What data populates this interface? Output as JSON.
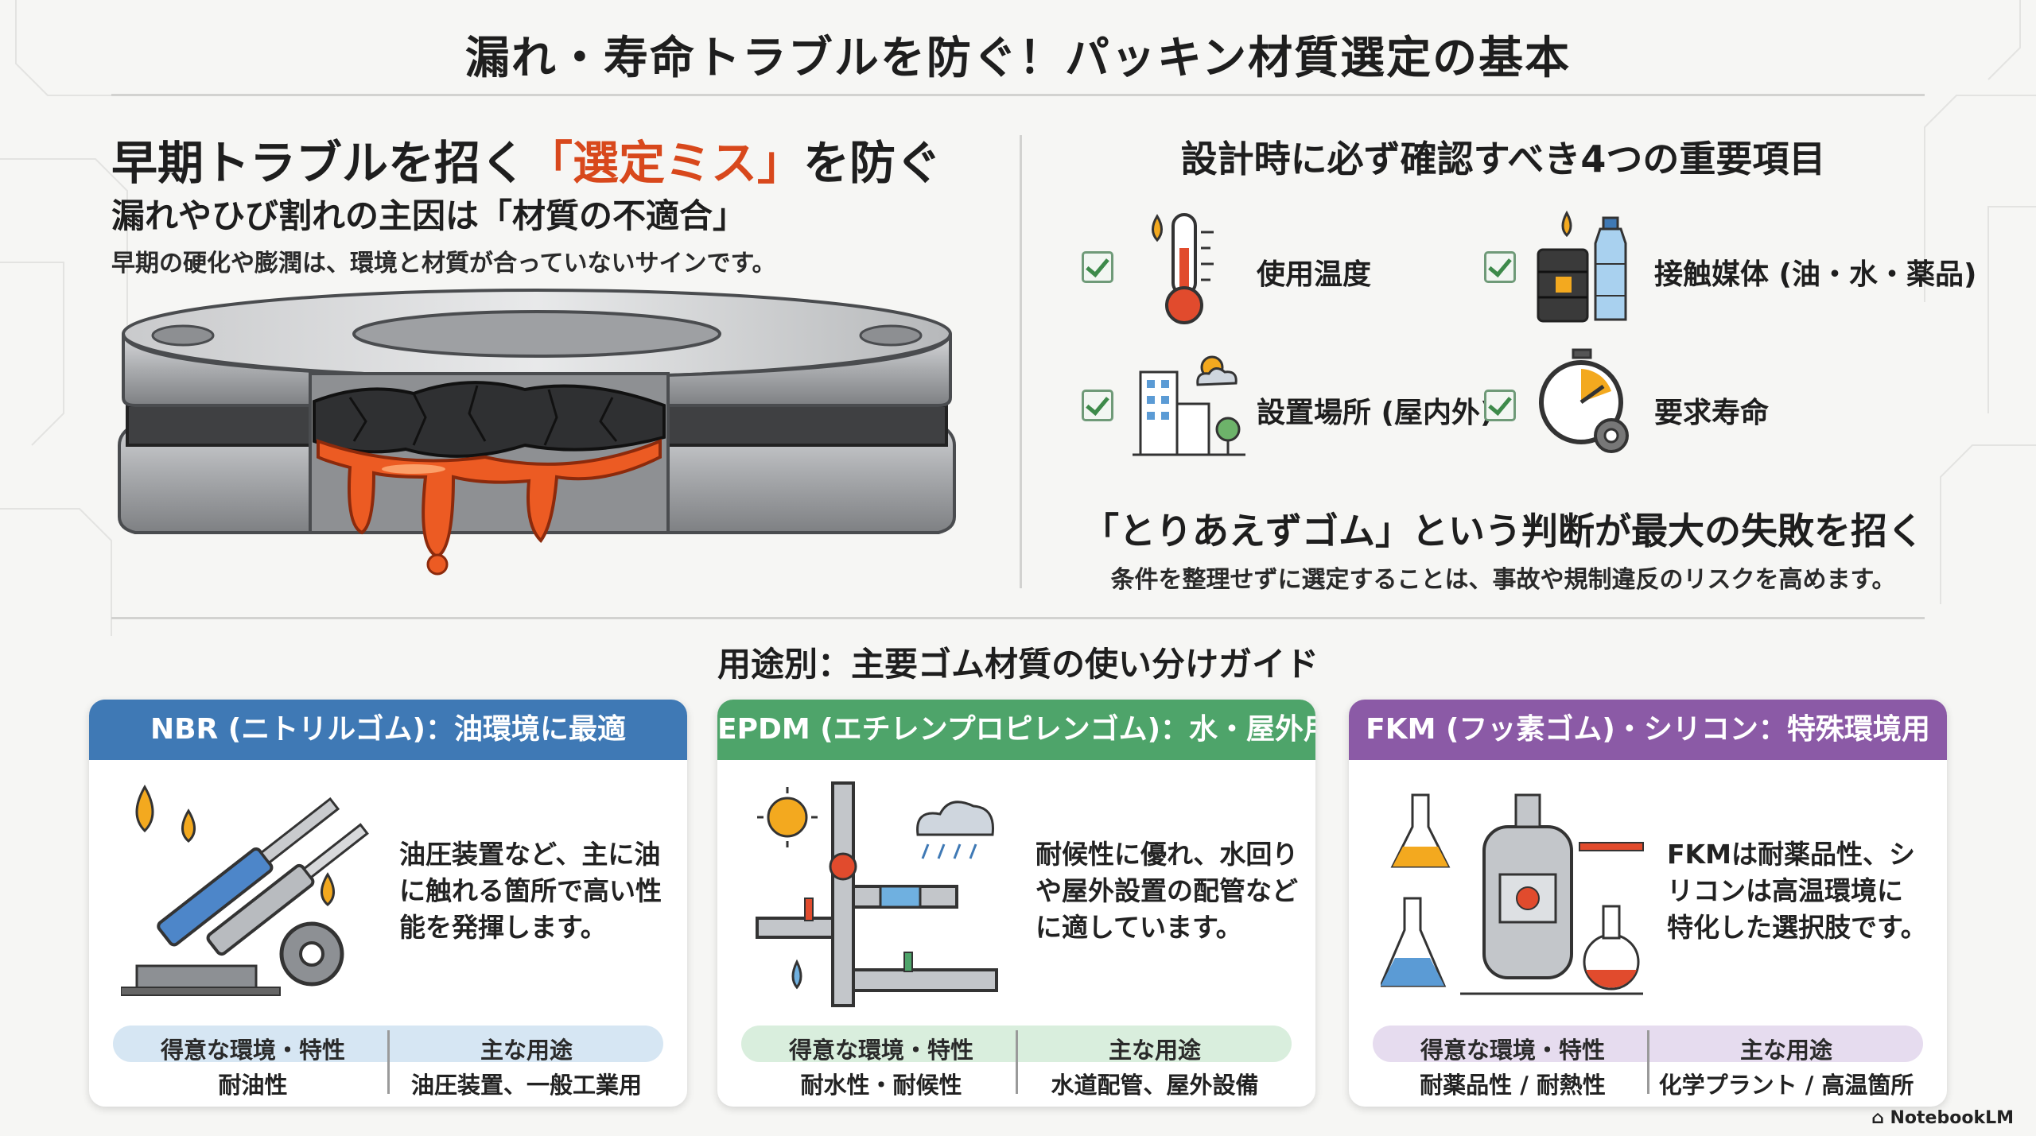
{
  "title": "漏れ・寿命トラブルを防ぐ！パッキン材質選定の基本",
  "left": {
    "heading_pre": "早期トラブルを招く",
    "heading_highlight": "「選定ミス」",
    "heading_post": "を防ぐ",
    "subheading": "漏れやひび割れの主因は「材質の不適合」",
    "note": "早期の硬化や膨潤は、環境と材質が合っていないサインです。"
  },
  "right": {
    "heading": "設計時に必ず確認すべき4つの重要項目",
    "items": [
      {
        "label": "使用温度",
        "icon": "thermometer-icon"
      },
      {
        "label": "接触媒体 (油・水・薬品)",
        "icon": "barrel-bottle-icon"
      },
      {
        "label": "設置場所 (屋内外)",
        "icon": "building-weather-icon"
      },
      {
        "label": "要求寿命",
        "icon": "stopwatch-gear-icon"
      }
    ],
    "warning": "「とりあえずゴム」という判断が最大の失敗を招く",
    "warning_sub": "条件を整理せずに選定することは、事故や規制違反のリスクを高めます。"
  },
  "guide_title": "用途別：主要ゴム材質の使い分けガイド",
  "cards": [
    {
      "header": "NBR (ニトリルゴム)：油環境に最適",
      "color": "#3f79b5",
      "pill_color": "#d6e6f3",
      "description": [
        "油圧装置など、主に油",
        "に触れる箇所で高い性",
        "能を発揮します。"
      ],
      "left_label": "得意な環境・特性",
      "right_label": "主な用途",
      "left_value": "耐油性",
      "right_value": "油圧装置、一般工業用",
      "icon": "hydraulic-cylinder-icon"
    },
    {
      "header": "EPDM (エチレンプロピレンゴム)：水・屋外用",
      "color": "#4ea46a",
      "pill_color": "#d9eedd",
      "description": [
        "耐候性に優れ、水回り",
        "や屋外設置の配管など",
        "に適しています。"
      ],
      "left_label": "得意な環境・特性",
      "right_label": "主な用途",
      "left_value": "耐水性・耐候性",
      "right_value": "水道配管、屋外設備",
      "icon": "water-pipe-icon"
    },
    {
      "header": "FKM (フッ素ゴム)・シリコン：特殊環境用",
      "color": "#8b5aa6",
      "pill_color": "#e6dcef",
      "description": [
        "FKMは耐薬品性、シ",
        "リコンは高温環境に",
        "特化した選択肢です。"
      ],
      "left_label": "得意な環境・特性",
      "right_label": "主な用途",
      "left_value": "耐薬品性 / 耐熱性",
      "right_value": "化学プラント / 高温箇所",
      "icon": "chemical-reactor-icon"
    }
  ],
  "footer": "NotebookLM",
  "colors": {
    "accent_red": "#d8481c",
    "check_green": "#3d8a4a"
  }
}
